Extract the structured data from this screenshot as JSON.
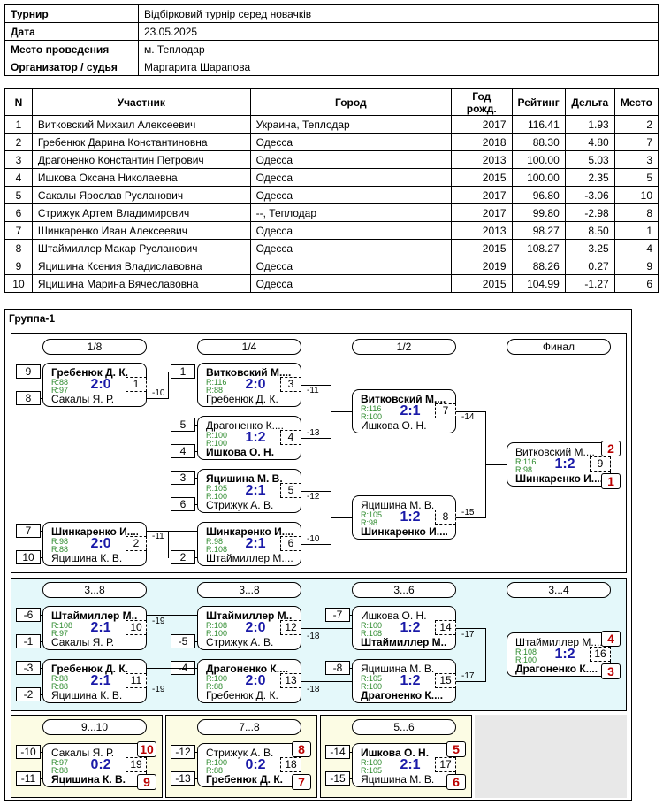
{
  "info": {
    "rows": [
      {
        "label": "Турнир",
        "value": "Відбірковий турнір серед новачків"
      },
      {
        "label": "Дата",
        "value": "23.05.2025"
      },
      {
        "label": "Место проведения",
        "value": "м. Теплодар"
      },
      {
        "label": "Организатор / судья",
        "value": "Маргарита Шарапова"
      }
    ]
  },
  "participants": {
    "headers": [
      "N",
      "Участник",
      "Город",
      "Год рожд.",
      "Рейтинг",
      "Дельта",
      "Место"
    ],
    "rows": [
      [
        "1",
        "Витковский Михаил Алексеевич",
        "Украина, Теплодар",
        "2017",
        "116.41",
        "1.93",
        "2"
      ],
      [
        "2",
        "Гребенюк Дарина Константиновна",
        "Одесса",
        "2018",
        "88.30",
        "4.80",
        "7"
      ],
      [
        "3",
        "Драгоненко Константин Петрович",
        "Одесса",
        "2013",
        "100.00",
        "5.03",
        "3"
      ],
      [
        "4",
        "Ишкова Оксана Николаевна",
        "Одесса",
        "2015",
        "100.00",
        "2.35",
        "5"
      ],
      [
        "5",
        "Сакалы Ярослав Русланович",
        "Одесса",
        "2017",
        "96.80",
        "-3.06",
        "10"
      ],
      [
        "6",
        "Стрижук Артем Владимирович",
        "--, Теплодар",
        "2017",
        "99.80",
        "-2.98",
        "8"
      ],
      [
        "7",
        "Шинкаренко Иван Алексеевич",
        "Одесса",
        "2013",
        "98.27",
        "8.50",
        "1"
      ],
      [
        "8",
        "Штаймиллер Макар Русланович",
        "Одесса",
        "2015",
        "108.27",
        "3.25",
        "4"
      ],
      [
        "9",
        "Яцишина Ксения Владиславовна",
        "Одесса",
        "2019",
        "88.26",
        "0.27",
        "9"
      ],
      [
        "10",
        "Яцишина Марина Вячеславовна",
        "Одесса",
        "2015",
        "104.99",
        "-1.27",
        "6"
      ]
    ]
  },
  "group": {
    "title": "Группа-1",
    "rounds": {
      "main": [
        "1/8",
        "1/4",
        "1/2",
        "Финал"
      ],
      "consolation": [
        "3...8",
        "3...8",
        "3...6",
        "3...4"
      ],
      "p910": "9...10",
      "p78": "7...8",
      "p56": "5...6"
    },
    "seeds": {
      "s1": "9",
      "s2": "8",
      "s3": "1",
      "s4": "5",
      "s5": "4",
      "s6": "3",
      "s7": "6",
      "s8": "7",
      "s9": "10",
      "s10": "2",
      "c1": "-6",
      "c2": "-1",
      "c3": "-3",
      "c4": "-2",
      "c5": "-5",
      "c6": "-4",
      "c7": "-7",
      "c8": "-8",
      "d1": "-10",
      "d2": "-11",
      "d3": "-12",
      "d4": "-13",
      "d5": "-14",
      "d6": "-15"
    },
    "matches": {
      "m1": {
        "p1": "Гребенюк Д. К.",
        "p2": "Сакалы Я. Р.",
        "r1": "R:88",
        "r2": "R:97",
        "score": "2:0",
        "num": "1"
      },
      "m3": {
        "p1": "Витковский М....",
        "p2": "Гребенюк Д. К.",
        "r1": "R:116",
        "r2": "R:88",
        "score": "2:0",
        "num": "3"
      },
      "m4": {
        "p1": "Драгоненко К....",
        "p2": "Ишкова О. Н.",
        "r1": "R:100",
        "r2": "R:100",
        "score": "1:2",
        "num": "4"
      },
      "m5": {
        "p1": "Яцишина М. В.",
        "p2": "Стрижук А. В.",
        "r1": "R:105",
        "r2": "R:100",
        "score": "2:1",
        "num": "5"
      },
      "m2": {
        "p1": "Шинкаренко И....",
        "p2": "Яцишина К. В.",
        "r1": "R:98",
        "r2": "R:88",
        "score": "2:0",
        "num": "2"
      },
      "m6": {
        "p1": "Шинкаренко И....",
        "p2": "Штаймиллер М....",
        "r1": "R:98",
        "r2": "R:108",
        "score": "2:1",
        "num": "6"
      },
      "m7": {
        "p1": "Витковский М....",
        "p2": "Ишкова О. Н.",
        "r1": "R:116",
        "r2": "R:100",
        "score": "2:1",
        "num": "7"
      },
      "m8": {
        "p1": "Яцишина М. В.",
        "p2": "Шинкаренко И....",
        "r1": "R:105",
        "r2": "R:98",
        "score": "1:2",
        "num": "8"
      },
      "m9": {
        "p1": "Витковский М....",
        "p2": "Шинкаренко И....",
        "r1": "R:116",
        "r2": "R:98",
        "score": "1:2",
        "num": "9"
      },
      "m10": {
        "p1": "Штаймиллер М....",
        "p2": "Сакалы Я. Р.",
        "r1": "R:108",
        "r2": "R:97",
        "score": "2:1",
        "num": "10"
      },
      "m11": {
        "p1": "Гребенюк Д. К.",
        "p2": "Яцишина К. В.",
        "r1": "R:88",
        "r2": "R:88",
        "score": "2:1",
        "num": "11"
      },
      "m12": {
        "p1": "Штаймиллер М....",
        "p2": "Стрижук А. В.",
        "r1": "R:108",
        "r2": "R:100",
        "score": "2:0",
        "num": "12"
      },
      "m13": {
        "p1": "Драгоненко К....",
        "p2": "Гребенюк Д. К.",
        "r1": "R:100",
        "r2": "R:88",
        "score": "2:0",
        "num": "13"
      },
      "m14": {
        "p1": "Ишкова О. Н.",
        "p2": "Штаймиллер М....",
        "r1": "R:100",
        "r2": "R:108",
        "score": "1:2",
        "num": "14"
      },
      "m15": {
        "p1": "Яцишина М. В.",
        "p2": "Драгоненко К....",
        "r1": "R:105",
        "r2": "R:100",
        "score": "1:2",
        "num": "15"
      },
      "m16": {
        "p1": "Штаймиллер М....",
        "p2": "Драгоненко К....",
        "r1": "R:108",
        "r2": "R:100",
        "score": "1:2",
        "num": "16"
      },
      "m19": {
        "p1": "Сакалы Я. Р.",
        "p2": "Яцишина К. В.",
        "r1": "R:97",
        "r2": "R:88",
        "score": "0:2",
        "num": "19"
      },
      "m18": {
        "p1": "Стрижук А. В.",
        "p2": "Гребенюк Д. К.",
        "r1": "R:100",
        "r2": "R:88",
        "score": "0:2",
        "num": "18"
      },
      "m17": {
        "p1": "Ишкова О. Н.",
        "p2": "Яцишина М. В.",
        "r1": "R:100",
        "r2": "R:105",
        "score": "2:1",
        "num": "17"
      }
    },
    "refs": {
      "a": "-10",
      "b": "-11",
      "c": "-13",
      "d": "-12",
      "e": "-11",
      "f": "-10",
      "g": "-14",
      "h": "-15",
      "i": "-19",
      "j": "-18",
      "k": "-19",
      "l": "-18",
      "m": "-17",
      "n": "-17"
    },
    "places": {
      "f1": "2",
      "f2": "1",
      "c1": "4",
      "c2": "3",
      "n1": "10",
      "n2": "9",
      "s1": "8",
      "s2": "7",
      "v1": "5",
      "v2": "6"
    }
  },
  "colors": {
    "consolation_bg": "#e4f8fa",
    "placement_bg": "#fcfce4",
    "score": "#1a1aa8",
    "rating": "#2c8a2c",
    "place": "#b00000"
  }
}
